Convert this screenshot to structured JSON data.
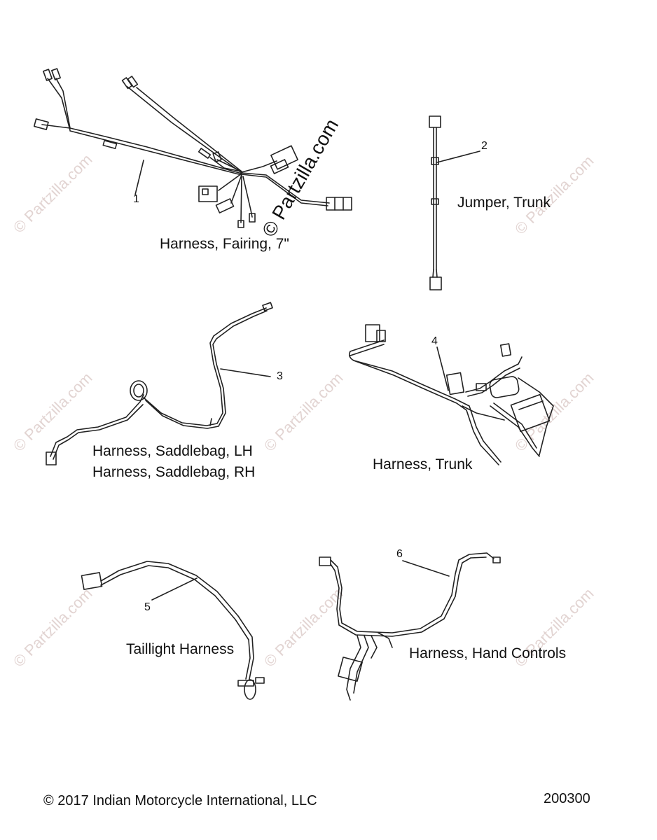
{
  "watermark": {
    "text": "© Partzilla.com",
    "main_text": "© Partzilla.com"
  },
  "parts": [
    {
      "number": "1",
      "labels": [
        "Harness, Fairing, 7\""
      ]
    },
    {
      "number": "2",
      "labels": [
        "Jumper, Trunk"
      ]
    },
    {
      "number": "3",
      "labels": [
        "Harness, Saddlebag, LH",
        "Harness, Saddlebag, RH"
      ]
    },
    {
      "number": "4",
      "labels": [
        "Harness, Trunk"
      ]
    },
    {
      "number": "5",
      "labels": [
        "Taillight Harness"
      ]
    },
    {
      "number": "6",
      "labels": [
        "Harness, Hand Controls"
      ]
    }
  ],
  "footer": {
    "copyright": "© 2017 Indian Motorcycle International, LLC",
    "diagram_id": "200300"
  }
}
